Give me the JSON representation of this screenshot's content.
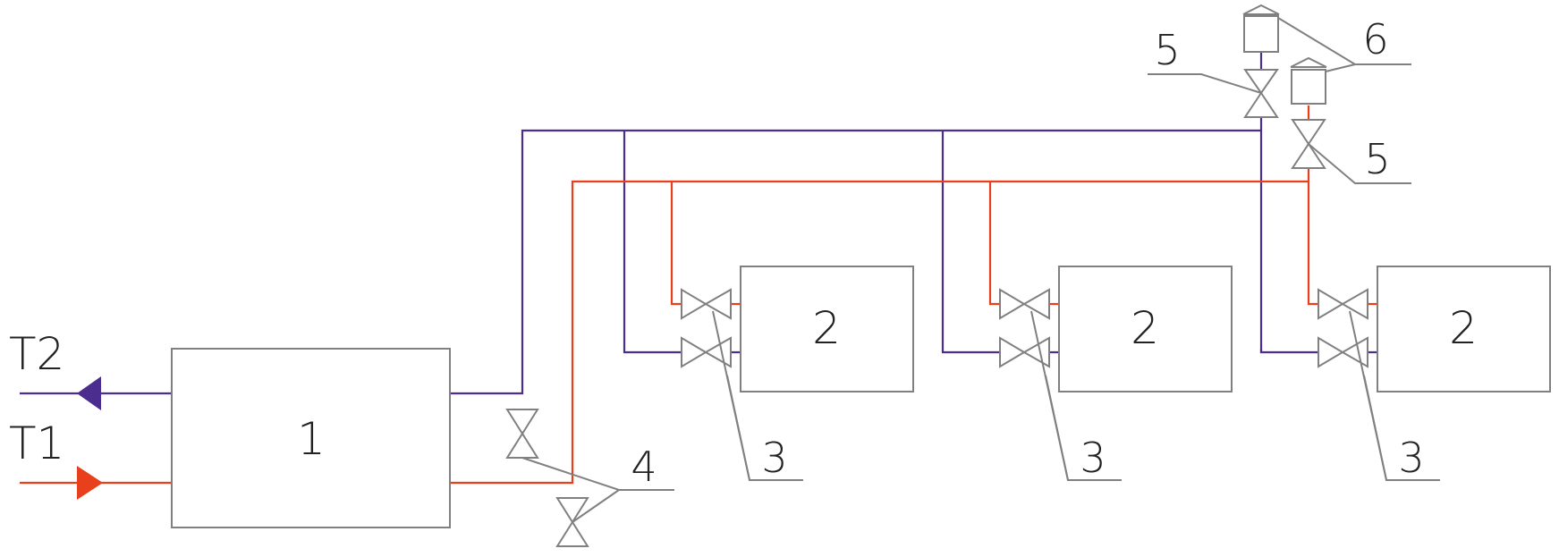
{
  "labels": {
    "t2": "T2",
    "t1": "T1",
    "unit1": "1",
    "unit2a": "2",
    "unit2b": "2",
    "unit2c": "2",
    "callout3a": "3",
    "callout3b": "3",
    "callout3c": "3",
    "callout4": "4",
    "callout5a": "5",
    "callout5b": "5",
    "callout6": "6"
  },
  "colors": {
    "return_line": "#4a2d8f",
    "supply_line": "#e8401c",
    "equipment_outline": "#808080",
    "text": "#222222"
  }
}
